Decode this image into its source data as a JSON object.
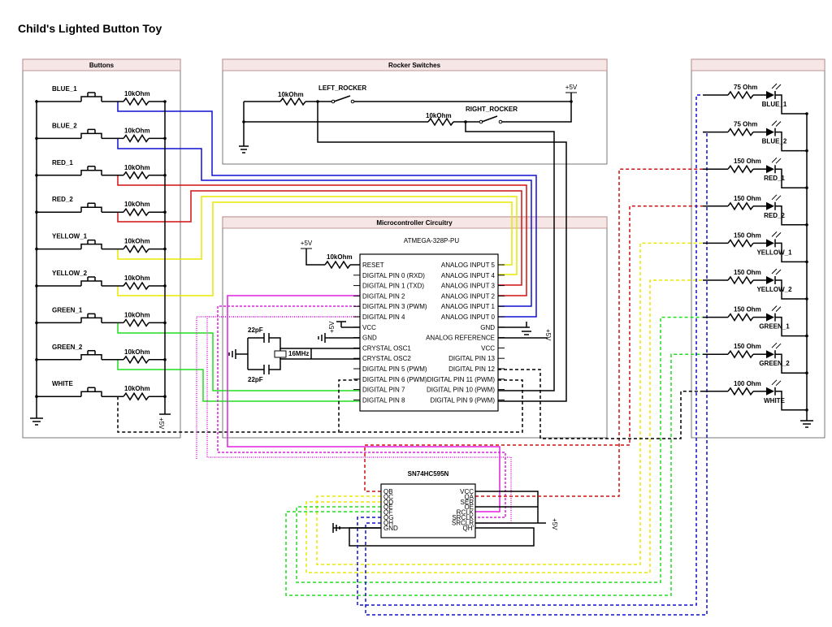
{
  "title": "Child's Lighted Button Toy",
  "panels": {
    "buttons": "Buttons",
    "rocker": "Rocker Switches",
    "mcu": "Microcontroller Circuitry",
    "leds": ""
  },
  "colors": {
    "blue": "#1010d0",
    "red": "#d01010",
    "yellow": "#e8e800",
    "green": "#20dd20",
    "magenta": "#e020e0",
    "black": "#000000",
    "header_fill": "#f6e6e6",
    "header_stroke": "#b08080"
  },
  "buttons": [
    {
      "name": "BLUE_1",
      "resistor": "10kOhm"
    },
    {
      "name": "BLUE_2",
      "resistor": "10kOhm"
    },
    {
      "name": "RED_1",
      "resistor": "10kOhm"
    },
    {
      "name": "RED_2",
      "resistor": "10kOhm"
    },
    {
      "name": "YELLOW_1",
      "resistor": "10kOhm"
    },
    {
      "name": "YELLOW_2",
      "resistor": "10kOhm"
    },
    {
      "name": "GREEN_1",
      "resistor": "10kOhm"
    },
    {
      "name": "GREEN_2",
      "resistor": "10kOhm"
    },
    {
      "name": "WHITE",
      "resistor": "10kOhm"
    }
  ],
  "rocker": {
    "left_label": "LEFT_ROCKER",
    "right_label": "RIGHT_ROCKER",
    "left_res": "10kOhm",
    "right_res": "10kOhm",
    "vcc": "+5V"
  },
  "mcu": {
    "chip": "ATMEGA-328P-PU",
    "reset_vcc": "+5V",
    "reset_res": "10kOhm",
    "left_pins": [
      "RESET",
      "DIGITAL PIN 0 (RXD)",
      "DIGITAL PIN 1 (TXD)",
      "DIGITAL PIN 2",
      "DIGITAL PIN 3 (PWM)",
      "DIGITAL PIN 4",
      "VCC",
      "GND",
      "CRYSTAL OSC1",
      "CRYSTAL OSC2",
      "DIGITAL PIN 5 (PWM)",
      "DIGITAL PIN 6 (PWM)",
      "DIGITAL PIN 7",
      "DIGITAL PIN 8"
    ],
    "right_pins": [
      "ANALOG INPUT 5",
      "ANALOG INPUT 4",
      "ANALOG INPUT 3",
      "ANALOG INPUT 2",
      "ANALOG INPUT 1",
      "ANALOG INPUT 0",
      "GND",
      "ANALOG REFERENCE",
      "VCC",
      "DIGITAL PIN 13",
      "DIGITAL PIN 12",
      "DIGITAL PIN 11 (PWM)",
      "DIGITAL PIN 10 (PWM)",
      "DIGITAL PIN 9 (PWM)"
    ],
    "cap1": "22pF",
    "cap2": "22pF",
    "crystal": "16MHz",
    "vcc": "+5V"
  },
  "shift": {
    "chip": "SN74HC595N",
    "left_pins": [
      "QB",
      "QC",
      "QD",
      "QE",
      "QF",
      "QG",
      "QH",
      "GND"
    ],
    "right_pins": [
      "VCC",
      "QA",
      "SER",
      "OE",
      "RCLK",
      "SRCLK",
      "SRCLR",
      "QH'"
    ],
    "vcc": "+5V"
  },
  "leds": [
    {
      "name": "BLUE_1",
      "resistor": "75 Ohm"
    },
    {
      "name": "BLUE_2",
      "resistor": "75 Ohm"
    },
    {
      "name": "RED_1",
      "resistor": "150 Ohm"
    },
    {
      "name": "RED_2",
      "resistor": "150 Ohm"
    },
    {
      "name": "YELLOW_1",
      "resistor": "150 Ohm"
    },
    {
      "name": "YELLOW_2",
      "resistor": "150 Ohm"
    },
    {
      "name": "GREEN_1",
      "resistor": "150 Ohm"
    },
    {
      "name": "GREEN_2",
      "resistor": "150 Ohm"
    },
    {
      "name": "WHITE",
      "resistor": "100 Ohm"
    }
  ],
  "vcc_label": "+5V"
}
